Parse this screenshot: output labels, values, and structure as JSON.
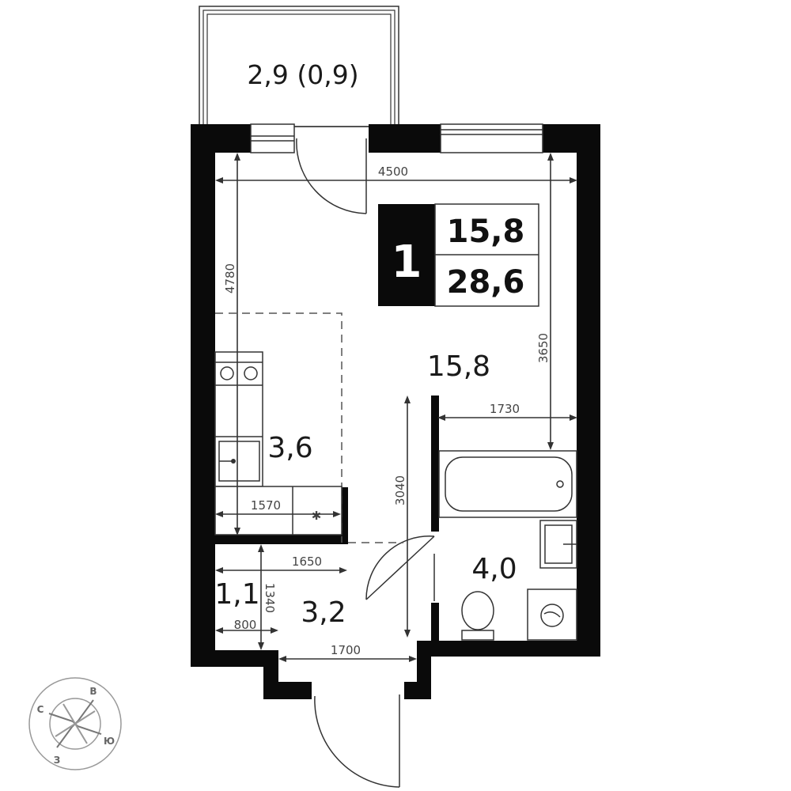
{
  "badge": {
    "rooms": "1",
    "living_area": "15,8",
    "total_area": "28,6"
  },
  "areas": {
    "balcony": "2,9 (0,9)",
    "living_room": "15,8",
    "kitchen": "3,6",
    "bathroom": "4,0",
    "storage": "1,1",
    "hallway": "3,2"
  },
  "dimensions": {
    "width_total": "4500",
    "height_total": "4780",
    "right_height": "3650",
    "bath_width": "1730",
    "kitchen_width": "1570",
    "corridor_height": "3040",
    "hall_width": "1650",
    "storage_height": "1340",
    "storage_width": "800",
    "entry_width": "1700"
  },
  "compass": {
    "north": "В",
    "east": "Ю",
    "south": "З",
    "west": "С"
  }
}
